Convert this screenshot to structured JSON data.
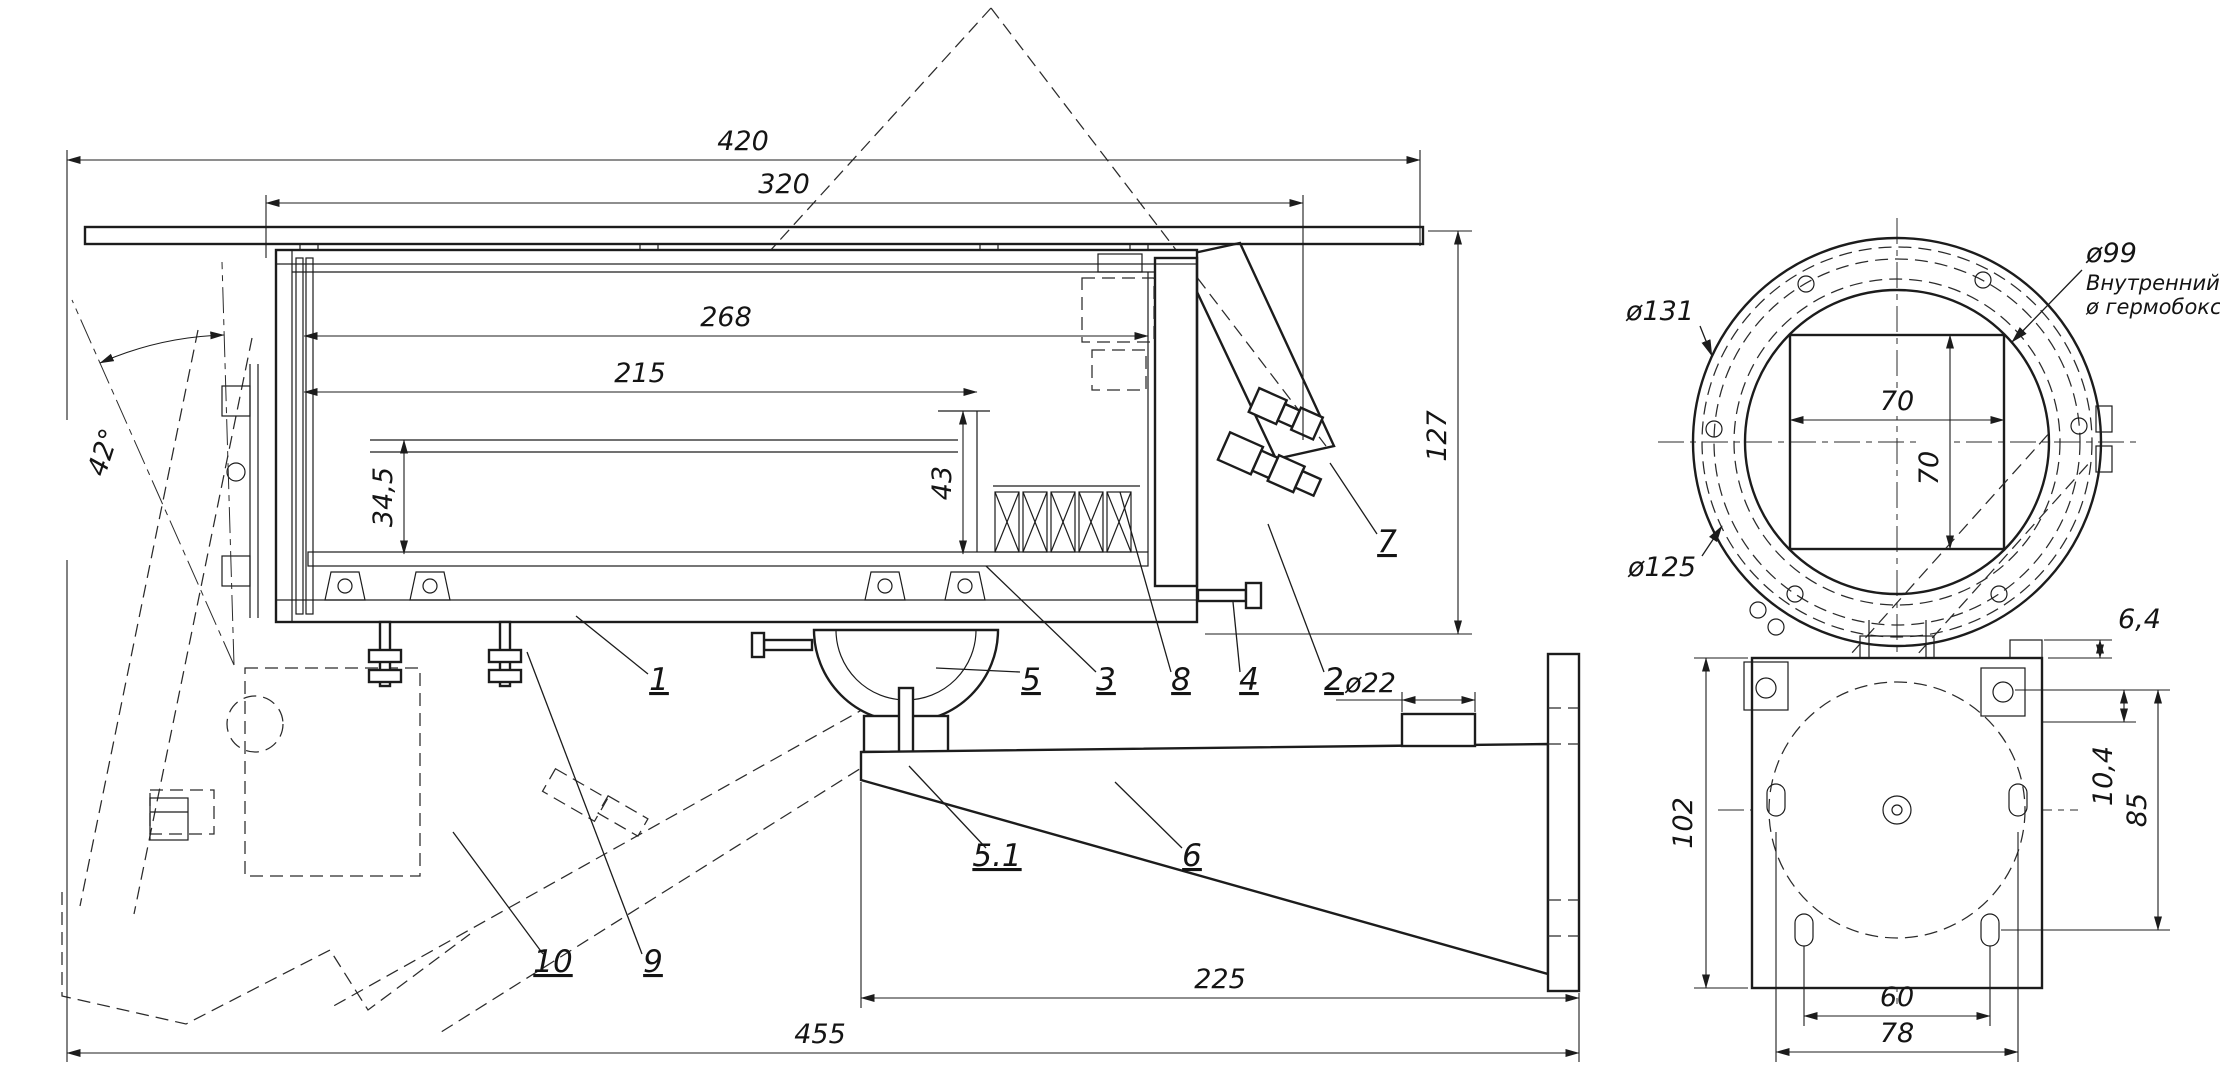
{
  "meta": {
    "type": "technical-drawing",
    "subject": "outdoor-camera-housing-assembly",
    "language": "ru",
    "colors": {
      "line": "#1c1c1c",
      "background": "#ffffff"
    }
  },
  "side_view": {
    "dims": {
      "len_420": "420",
      "len_320": "320",
      "len_268": "268",
      "len_215": "215",
      "h_127": "127",
      "h_34_5": "34,5",
      "h_43": "43",
      "angle_42": "42°",
      "dia_22": "ø22",
      "len_225": "225",
      "len_455": "455"
    },
    "callouts": {
      "c1": "1",
      "c2": "2",
      "c3": "3",
      "c4": "4",
      "c5": "5",
      "c5_1": "5.1",
      "c6": "6",
      "c7": "7",
      "c8": "8",
      "c9": "9",
      "c10": "10"
    }
  },
  "front_view": {
    "dims": {
      "dia_99": "ø99",
      "note_line1": "Внутренний",
      "note_line2": "ø гермобокса",
      "dia_131": "ø131",
      "dia_125": "ø125",
      "w_70": "70",
      "h_70": "70",
      "off_6_4": "6,4",
      "off_10_4": "10,4",
      "h_85": "85",
      "h_102": "102",
      "w_60": "60",
      "w_78": "78"
    }
  }
}
